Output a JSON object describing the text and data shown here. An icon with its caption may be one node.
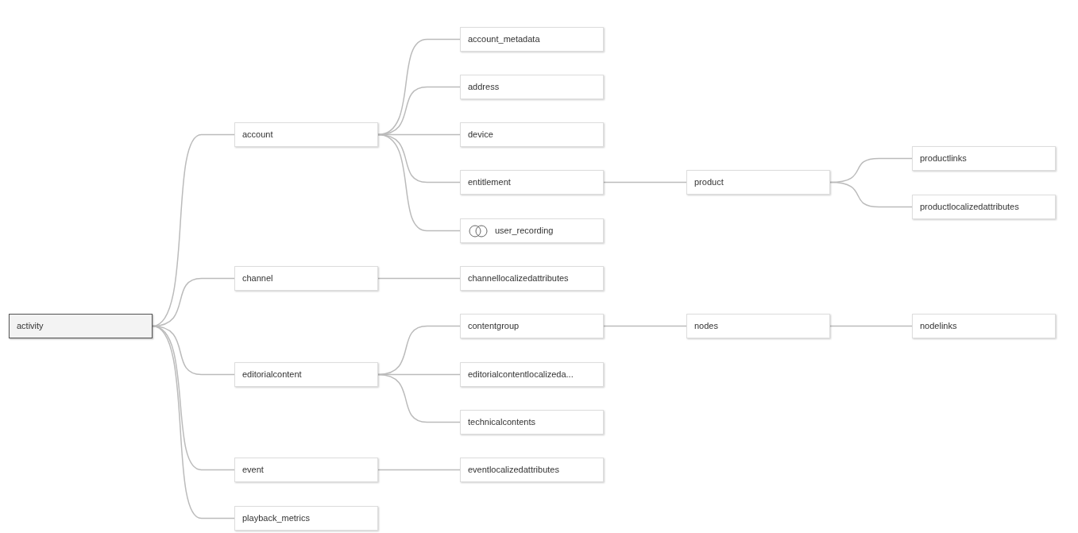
{
  "diagram": {
    "nodes": [
      {
        "text": [
          "activity"
        ]
      },
      {
        "text": [
          "account"
        ]
      },
      {
        "text": [
          "account_metadata"
        ]
      },
      {
        "text": [
          "address"
        ]
      },
      {
        "text": [
          "device"
        ]
      },
      {
        "text": [
          "entitlement"
        ]
      },
      {
        "text": [
          "product"
        ]
      },
      {
        "text": [
          "productlinks"
        ]
      },
      {
        "text": [
          "productlocalizedattributes"
        ]
      },
      {
        "text": [
          "user_recording"
        ]
      },
      {
        "text": [
          "channel"
        ]
      },
      {
        "text": [
          "channellocalizedattributes"
        ]
      },
      {
        "text": [
          "contentgroup"
        ]
      },
      {
        "text": [
          "nodes"
        ]
      },
      {
        "text": [
          "nodelinks"
        ]
      },
      {
        "text": [
          "editorialcontent"
        ]
      },
      {
        "text": [
          "editorialcontentlocalizeda..."
        ]
      },
      {
        "text": [
          "technicalcontents"
        ]
      },
      {
        "text": [
          "event"
        ]
      },
      {
        "text": [
          "eventlocalizedattributes"
        ]
      },
      {
        "text": [
          "playback_metrics"
        ]
      }
    ],
    "edges": [
      {
        "from": 0,
        "to": 1,
        "arrow": "none"
      },
      {
        "from": 1,
        "to": 2,
        "arrow": "none"
      },
      {
        "from": 1,
        "to": 3,
        "arrow": "none"
      },
      {
        "from": 1,
        "to": 4,
        "arrow": "none"
      },
      {
        "from": 1,
        "to": 5,
        "arrow": "none"
      },
      {
        "from": 5,
        "to": 6,
        "arrow": "none"
      },
      {
        "from": 6,
        "to": 7,
        "arrow": "none"
      },
      {
        "from": 6,
        "to": 8,
        "arrow": "none"
      },
      {
        "from": 1,
        "to": 9,
        "arrow": "none"
      },
      {
        "from": 0,
        "to": 10,
        "arrow": "none"
      },
      {
        "from": 10,
        "to": 11,
        "arrow": "none"
      },
      {
        "from": 0,
        "to": 15,
        "arrow": "none"
      },
      {
        "from": 15,
        "to": 12,
        "arrow": "none"
      },
      {
        "from": 12,
        "to": 13,
        "arrow": "none"
      },
      {
        "from": 13,
        "to": 14,
        "arrow": "none"
      },
      {
        "from": 15,
        "to": 16,
        "arrow": "none"
      },
      {
        "from": 15,
        "to": 17,
        "arrow": "none"
      },
      {
        "from": 0,
        "to": 18,
        "arrow": "none"
      },
      {
        "from": 18,
        "to": 19,
        "arrow": "none"
      },
      {
        "from": 0,
        "to": 20,
        "arrow": "none"
      }
    ]
  }
}
